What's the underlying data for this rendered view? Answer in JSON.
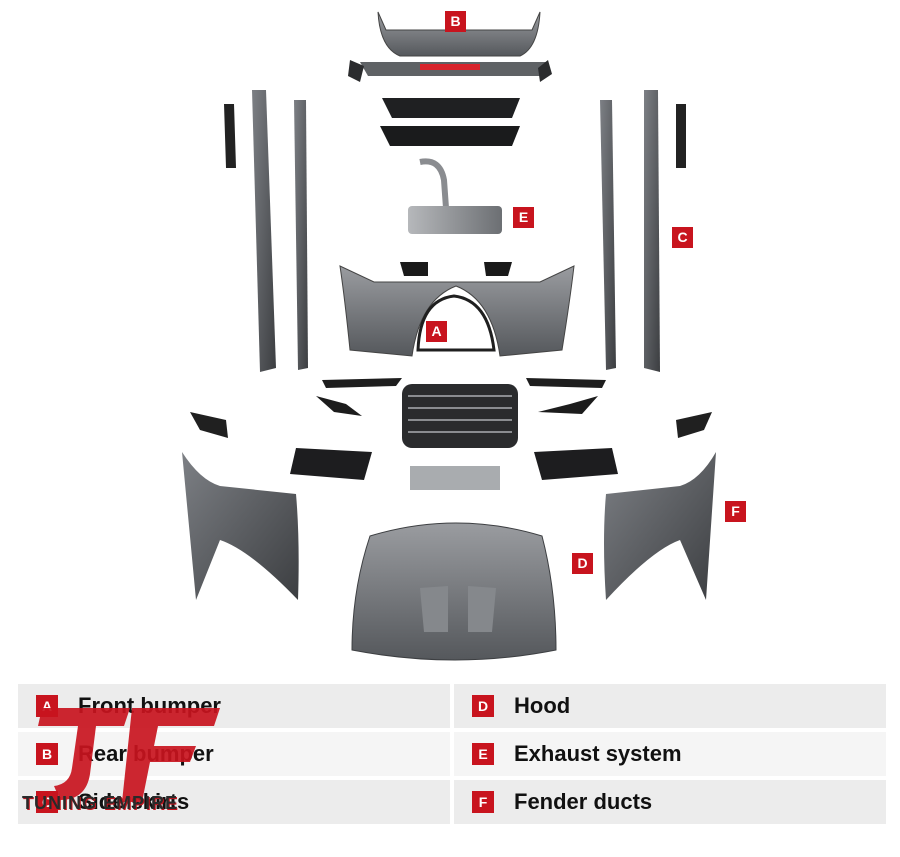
{
  "markers": [
    {
      "letter": "B"
    },
    {
      "letter": "E"
    },
    {
      "letter": "C"
    },
    {
      "letter": "A"
    },
    {
      "letter": "D"
    },
    {
      "letter": "F"
    }
  ],
  "legend": [
    {
      "letter": "A",
      "label": "Front bumper"
    },
    {
      "letter": "B",
      "label": "Rear bumper"
    },
    {
      "letter": "C",
      "label": "Side skirts"
    },
    {
      "letter": "D",
      "label": "Hood"
    },
    {
      "letter": "E",
      "label": "Exhaust system"
    },
    {
      "letter": "F",
      "label": "Fender ducts"
    }
  ],
  "watermark": {
    "text": "TUNING EMPIRE",
    "logo": "JF"
  },
  "colors": {
    "accent": "#c8141e",
    "part": "#6e7175",
    "dark": "#1c1d1f"
  }
}
